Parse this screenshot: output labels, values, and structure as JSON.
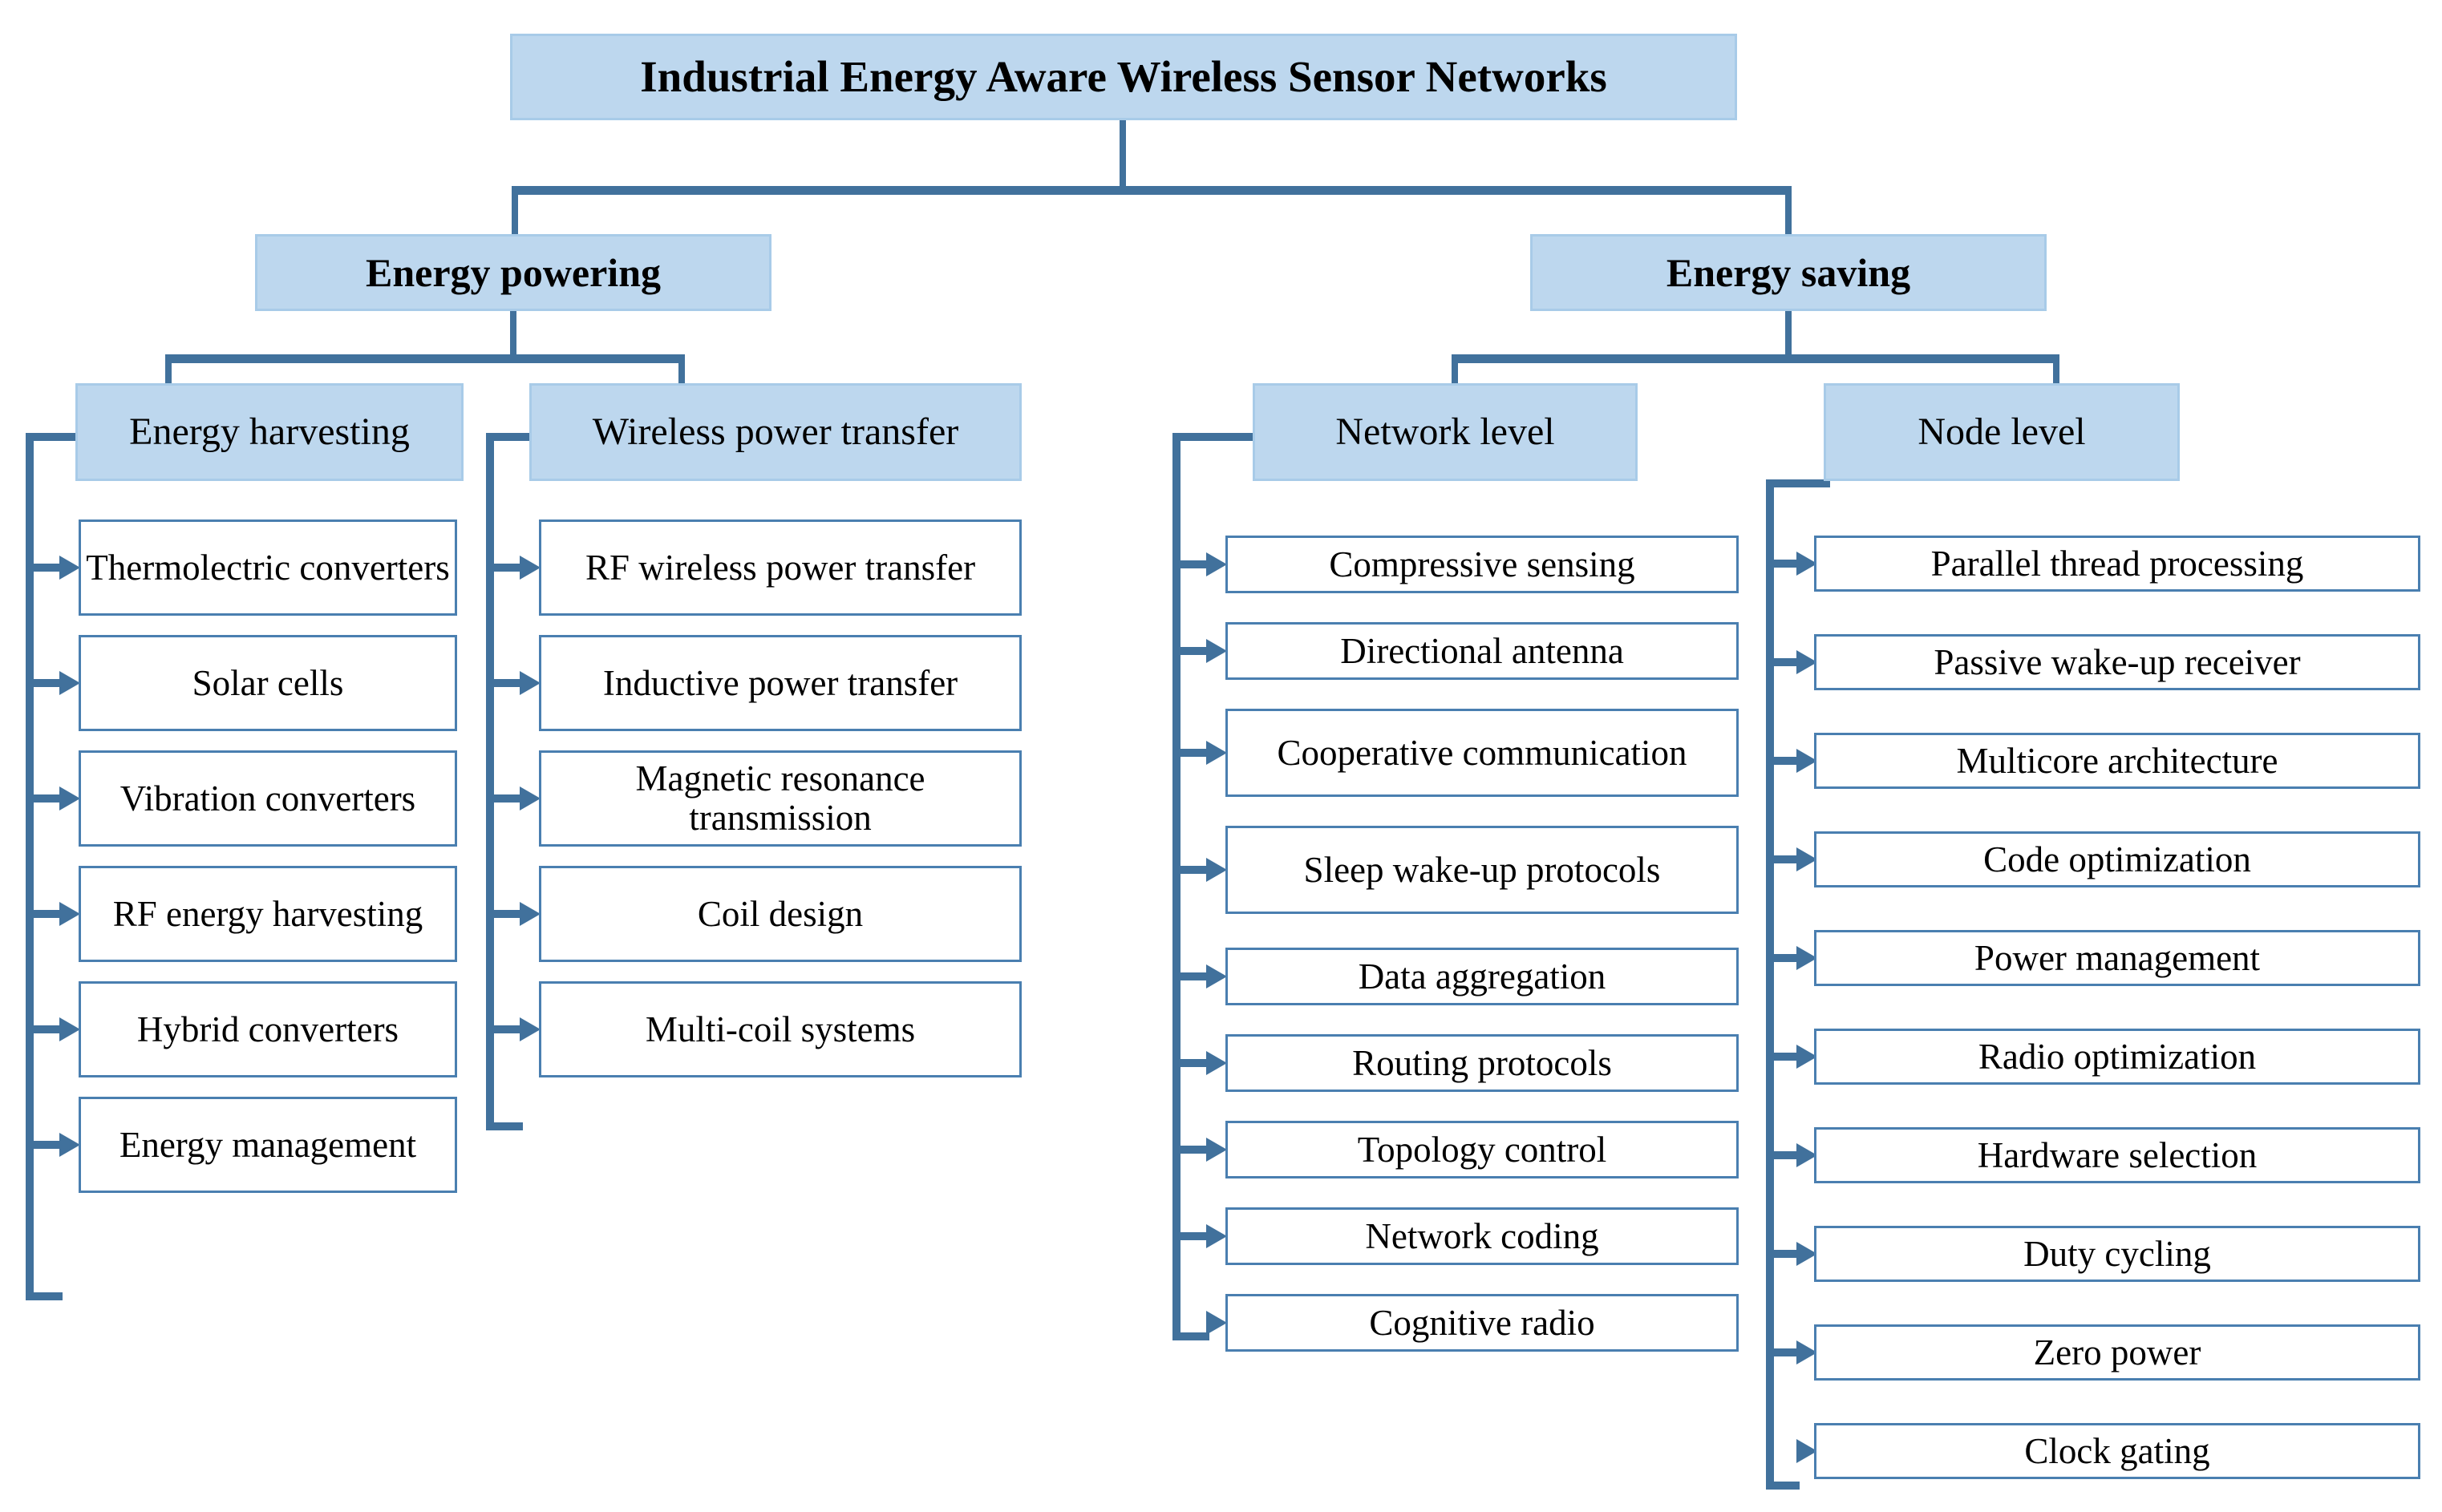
{
  "diagram": {
    "root": {
      "label": "Industrial Energy Aware Wireless Sensor Networks"
    },
    "branches": [
      {
        "label": "Energy powering",
        "categories": [
          {
            "label": "Energy harvesting",
            "items": [
              {
                "label": "Thermolectric converters"
              },
              {
                "label": "Solar cells"
              },
              {
                "label": "Vibration converters"
              },
              {
                "label": "RF energy harvesting"
              },
              {
                "label": "Hybrid converters"
              },
              {
                "label": "Energy management"
              }
            ]
          },
          {
            "label": "Wireless power transfer",
            "items": [
              {
                "label": "RF wireless power transfer"
              },
              {
                "label": "Inductive power transfer"
              },
              {
                "label": "Magnetic resonance transmission"
              },
              {
                "label": "Coil design"
              },
              {
                "label": "Multi-coil systems"
              }
            ]
          }
        ]
      },
      {
        "label": "Energy saving",
        "categories": [
          {
            "label": "Network level",
            "items": [
              {
                "label": "Compressive  sensing"
              },
              {
                "label": "Directional antenna"
              },
              {
                "label": "Cooperative communication"
              },
              {
                "label": "Sleep wake-up protocols"
              },
              {
                "label": "Data aggregation"
              },
              {
                "label": "Routing protocols"
              },
              {
                "label": "Topology  control"
              },
              {
                "label": "Network coding"
              },
              {
                "label": "Cognitive  radio"
              }
            ]
          },
          {
            "label": "Node level",
            "items": [
              {
                "label": "Parallel thread processing"
              },
              {
                "label": "Passive wake-up receiver"
              },
              {
                "label": "Multicore architecture"
              },
              {
                "label": "Code optimization"
              },
              {
                "label": "Power management"
              },
              {
                "label": "Radio optimization"
              },
              {
                "label": "Hardware selection"
              },
              {
                "label": "Duty cycling"
              },
              {
                "label": "Zero power"
              },
              {
                "label": "Clock gating"
              }
            ]
          }
        ]
      }
    ],
    "colors": {
      "box_fill": "#bdd7ee",
      "box_fill_border": "#a8cbe8",
      "leaf_fill": "#ffffff",
      "leaf_border": "#4a7fb0",
      "connector": "#41719c",
      "background": "#ffffff",
      "text": "#000000"
    }
  }
}
